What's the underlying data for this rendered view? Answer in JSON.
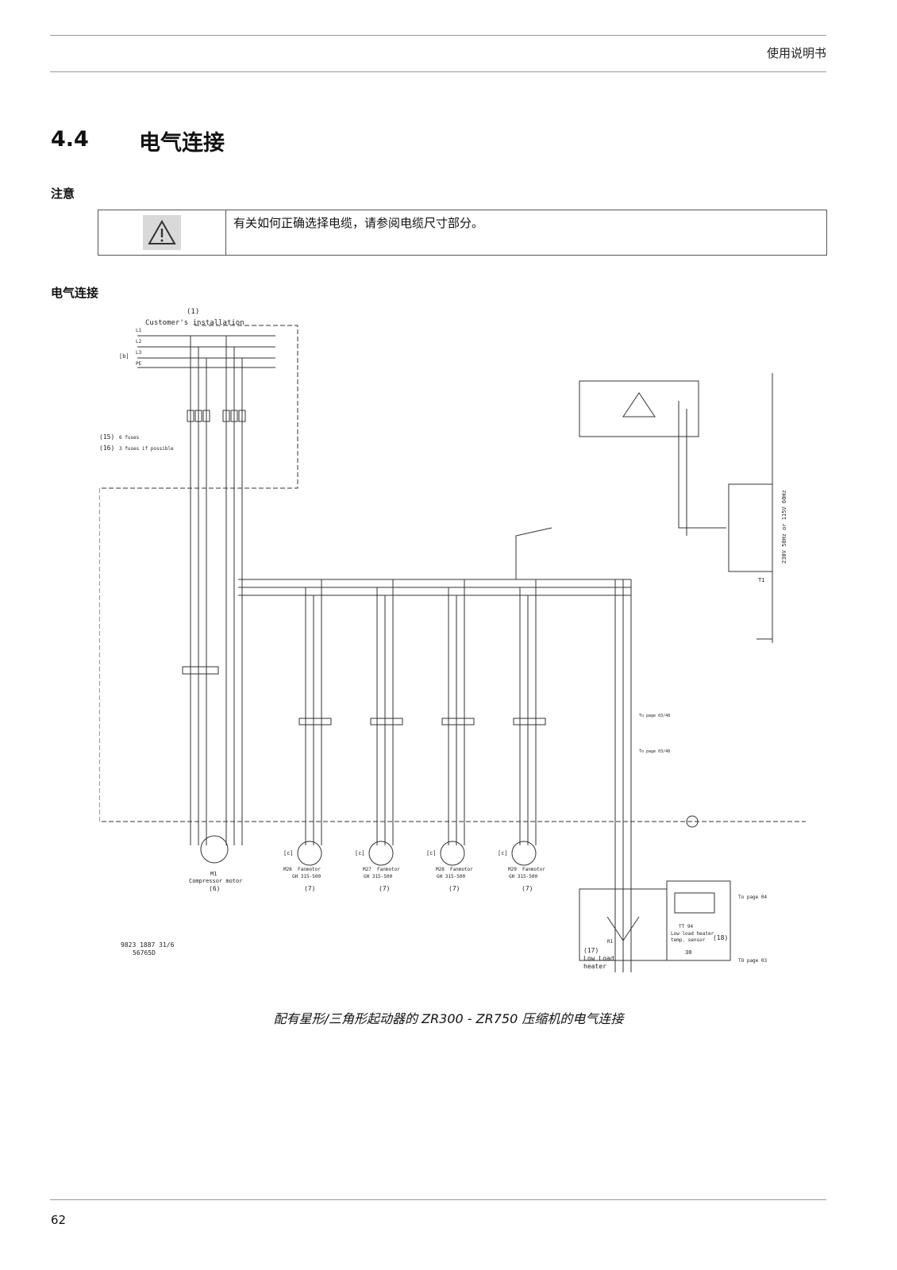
{
  "header": {
    "title": "使用说明书"
  },
  "section": {
    "number": "4.4",
    "title": "电气连接"
  },
  "note": {
    "heading": "注意",
    "icon": "warning-triangle-icon",
    "text": "有关如何正确选择电缆，请参阅电缆尺寸部分。"
  },
  "diagram_heading": "电气连接",
  "diagram": {
    "customer_ref": "(1)",
    "customer_label": "Customer's installation",
    "supply_lines": [
      "L1",
      "L2",
      "L3",
      "PE"
    ],
    "supply_marker": "[b]",
    "fuse_notes": [
      {
        "ref": "(15)",
        "text": "6 fuses"
      },
      {
        "ref": "(16)",
        "text": "3 fuses if possible"
      }
    ],
    "compressor_motor": {
      "id": "M1",
      "label": "Compressor motor",
      "ref": "(6)"
    },
    "fan_motors": [
      {
        "marker": "[c]",
        "id": "M26",
        "label": "Fanmotor",
        "rating": "GH 315-500",
        "ref": "(7)"
      },
      {
        "marker": "[c]",
        "id": "M27",
        "label": "Fanmotor",
        "rating": "GH 315-500",
        "ref": "(7)"
      },
      {
        "marker": "[c]",
        "id": "M28",
        "label": "Fanmotor",
        "rating": "GH 315-500",
        "ref": "(7)"
      },
      {
        "marker": "[c]",
        "id": "M29",
        "label": "Fanmotor",
        "rating": "GH 315-500",
        "ref": "(7)"
      }
    ],
    "transformer_label": "230V 50Hz or 115V 60Hz",
    "transformer_id": "T1",
    "low_load": {
      "ref": "(17)",
      "label1": "Low Load",
      "label2": "heater",
      "id": "R1"
    },
    "sensor": {
      "id": "TT 94",
      "label1": "Low load heater",
      "label2": "temp. sensor",
      "ref": "(18)",
      "value": "30"
    },
    "page_refs": [
      "To page 03/48",
      "To page 03/48",
      "To page 04",
      "TO page 03"
    ],
    "drawing_number": "9823 1887 31/6",
    "drawing_code": "56765D"
  },
  "caption": "配有星形/三角形起动器的 ZR300 - ZR750 压缩机的电气连接",
  "footer": {
    "page_number": "62"
  }
}
